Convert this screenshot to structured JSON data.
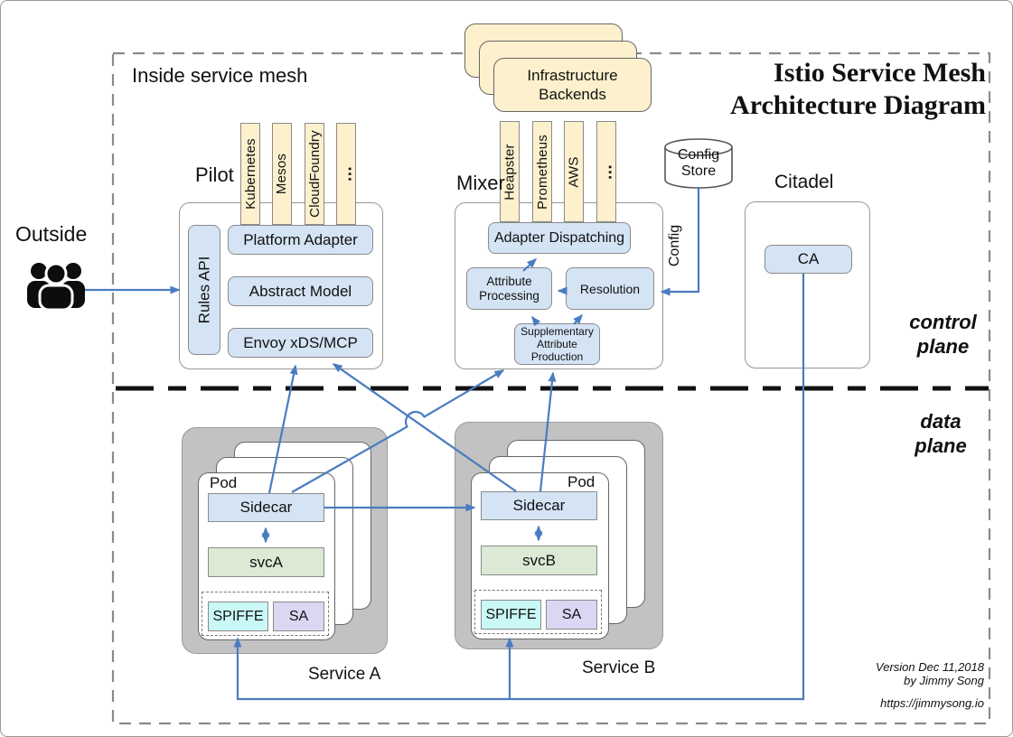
{
  "title": {
    "line1": "Istio Service Mesh",
    "line2": "Architecture Diagram"
  },
  "mesh": {
    "label": "Inside service mesh"
  },
  "outside": {
    "label": "Outside"
  },
  "planes": {
    "control": {
      "line1": "control",
      "line2": "plane"
    },
    "data": {
      "line1": "data",
      "line2": "plane"
    }
  },
  "infrastructure_backends": {
    "label": "Infrastructure Backends"
  },
  "pilot": {
    "label": "Pilot",
    "platform_bars": [
      "Kubernetes",
      "Mesos",
      "CloudFoundry",
      "…"
    ],
    "rules_api": "Rules API",
    "platform_adapter": "Platform Adapter",
    "abstract_model": "Abstract Model",
    "envoy": "Envoy xDS/MCP"
  },
  "mixer": {
    "label": "Mixer",
    "adapter_bars": [
      "Heapster",
      "Prometheus",
      "AWS",
      "…"
    ],
    "adapter_dispatching": "Adapter Dispatching",
    "attribute_processing": "Attribute Processing",
    "resolution": "Resolution",
    "supplementary": "Supplementary Attribute Production"
  },
  "config_store": {
    "line1": "Config",
    "line2": "Store",
    "arrow_label": "Config"
  },
  "citadel": {
    "label": "Citadel",
    "ca": "CA"
  },
  "services": {
    "a": {
      "label": "Service A",
      "pod": "Pod",
      "sidecar": "Sidecar",
      "svc": "svcA",
      "spiffe": "SPIFFE",
      "sa": "SA"
    },
    "b": {
      "label": "Service B",
      "pod": "Pod",
      "sidecar": "Sidecar",
      "svc": "svcB",
      "spiffe": "SPIFFE",
      "sa": "SA"
    }
  },
  "footer": {
    "version": "Version Dec 11,2018",
    "author": "by Jimmy Song",
    "url": "https://jimmysong.io"
  },
  "colors": {
    "arrow_blue": "#4a7cc0",
    "tan_fill": "#fcf0cd",
    "blue_fill": "#d4e4f5",
    "green_fill": "#dbe9d5",
    "cyan_fill": "#c9f8f6",
    "lavender_fill": "#dbd7f3",
    "service_gray": "#c2c2c2",
    "divider_black": "#111111",
    "mesh_border_gray": "#8a8a8a"
  }
}
